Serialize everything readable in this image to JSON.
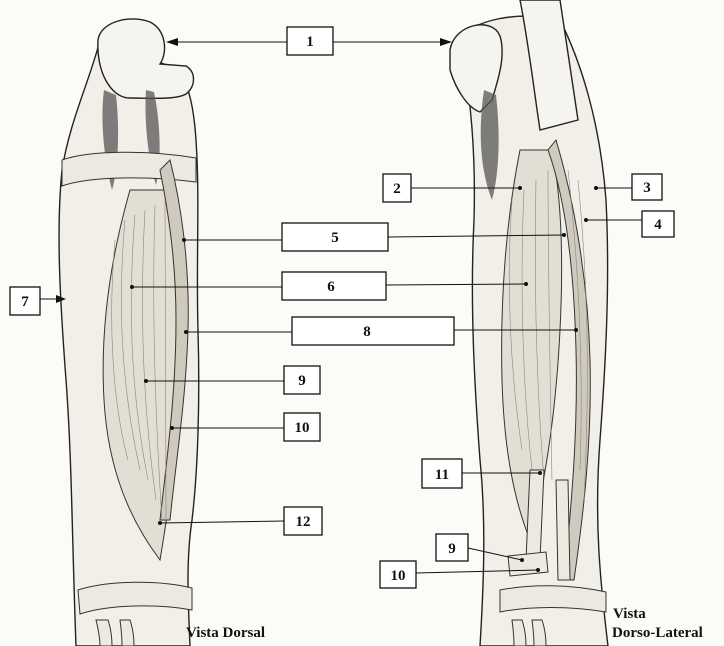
{
  "labels": {
    "l1": "1",
    "l2": "2",
    "l3": "3",
    "l4": "4",
    "l5": "5",
    "l6": "6",
    "l7": "7",
    "l8": "8",
    "l9a": "9",
    "l10a": "10",
    "l12": "12",
    "l11": "11",
    "l9b": "9",
    "l10b": "10"
  },
  "captions": {
    "dorsal": "Vista Dorsal",
    "dorso_lateral_line1": "Vista",
    "dorso_lateral_line2": "Dorso-Lateral"
  }
}
